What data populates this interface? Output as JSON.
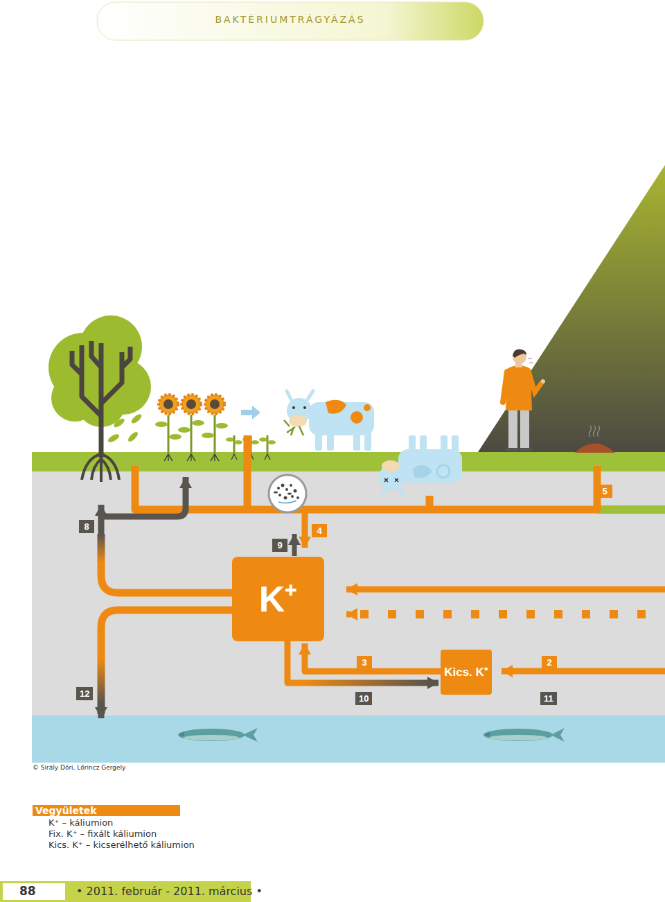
{
  "diagram": {
    "title": "BAKTÉRIUMTRÁGYÁZÁS",
    "nodes": [
      {
        "text": [
          "K⁺"
        ]
      },
      {
        "text": [
          "Kics. K⁺"
        ]
      }
    ],
    "edges": [
      {
        "from": 1,
        "to": 0,
        "arrow": "to"
      },
      {
        "from": 0,
        "to": 1,
        "arrow": "to"
      }
    ],
    "labels": [
      "5",
      "8",
      "4",
      "9",
      "3",
      "2",
      "12",
      "10",
      "11",
      "© Sirály Dóri, Lőrincz Gergely",
      "Vegyületek",
      "88",
      "• 2011. február - 2011. március •"
    ],
    "legend": [
      {
        "text": "K⁺ – káliumion"
      },
      {
        "text": "Fix. K⁺ – fixált káliumion"
      },
      {
        "text": "Kics. K⁺ – kicserélhető káliumion"
      }
    ]
  }
}
